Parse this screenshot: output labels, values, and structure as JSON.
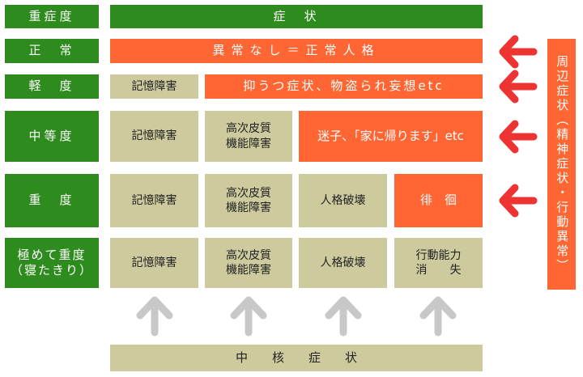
{
  "header": {
    "severity_label": "重症度",
    "symptom_label": "症　状"
  },
  "rows": [
    {
      "severity": "正　常",
      "cells": [
        "異常なし＝正常人格"
      ]
    },
    {
      "severity": "軽　度",
      "cells": [
        "記憶障害",
        "抑うつ症状、物盗られ妄想etc"
      ]
    },
    {
      "severity": "中等度",
      "cells": [
        "記憶障害",
        "高次皮質\n機能障害",
        "迷子、「家に帰ります」etc"
      ]
    },
    {
      "severity": "重　度",
      "cells": [
        "記憶障害",
        "高次皮質\n機能障害",
        "人格破壊",
        "徘　徊"
      ]
    },
    {
      "severity": "極めて重度\n（寝たきり）",
      "cells": [
        "記憶障害",
        "高次皮質\n機能障害",
        "人格破壊",
        "行動能力\n消　　失"
      ]
    }
  ],
  "footer": {
    "core_label": "中　　核　　症　　状"
  },
  "side": {
    "peripheral_label": "周辺症状（精神症状・行動異常）"
  },
  "colors": {
    "green": "#2e8b1e",
    "orange": "#ff6633",
    "beige": "#cdcb9e",
    "red_arrow": "#ee3333",
    "gray_arrow": "#c8c8c8"
  }
}
